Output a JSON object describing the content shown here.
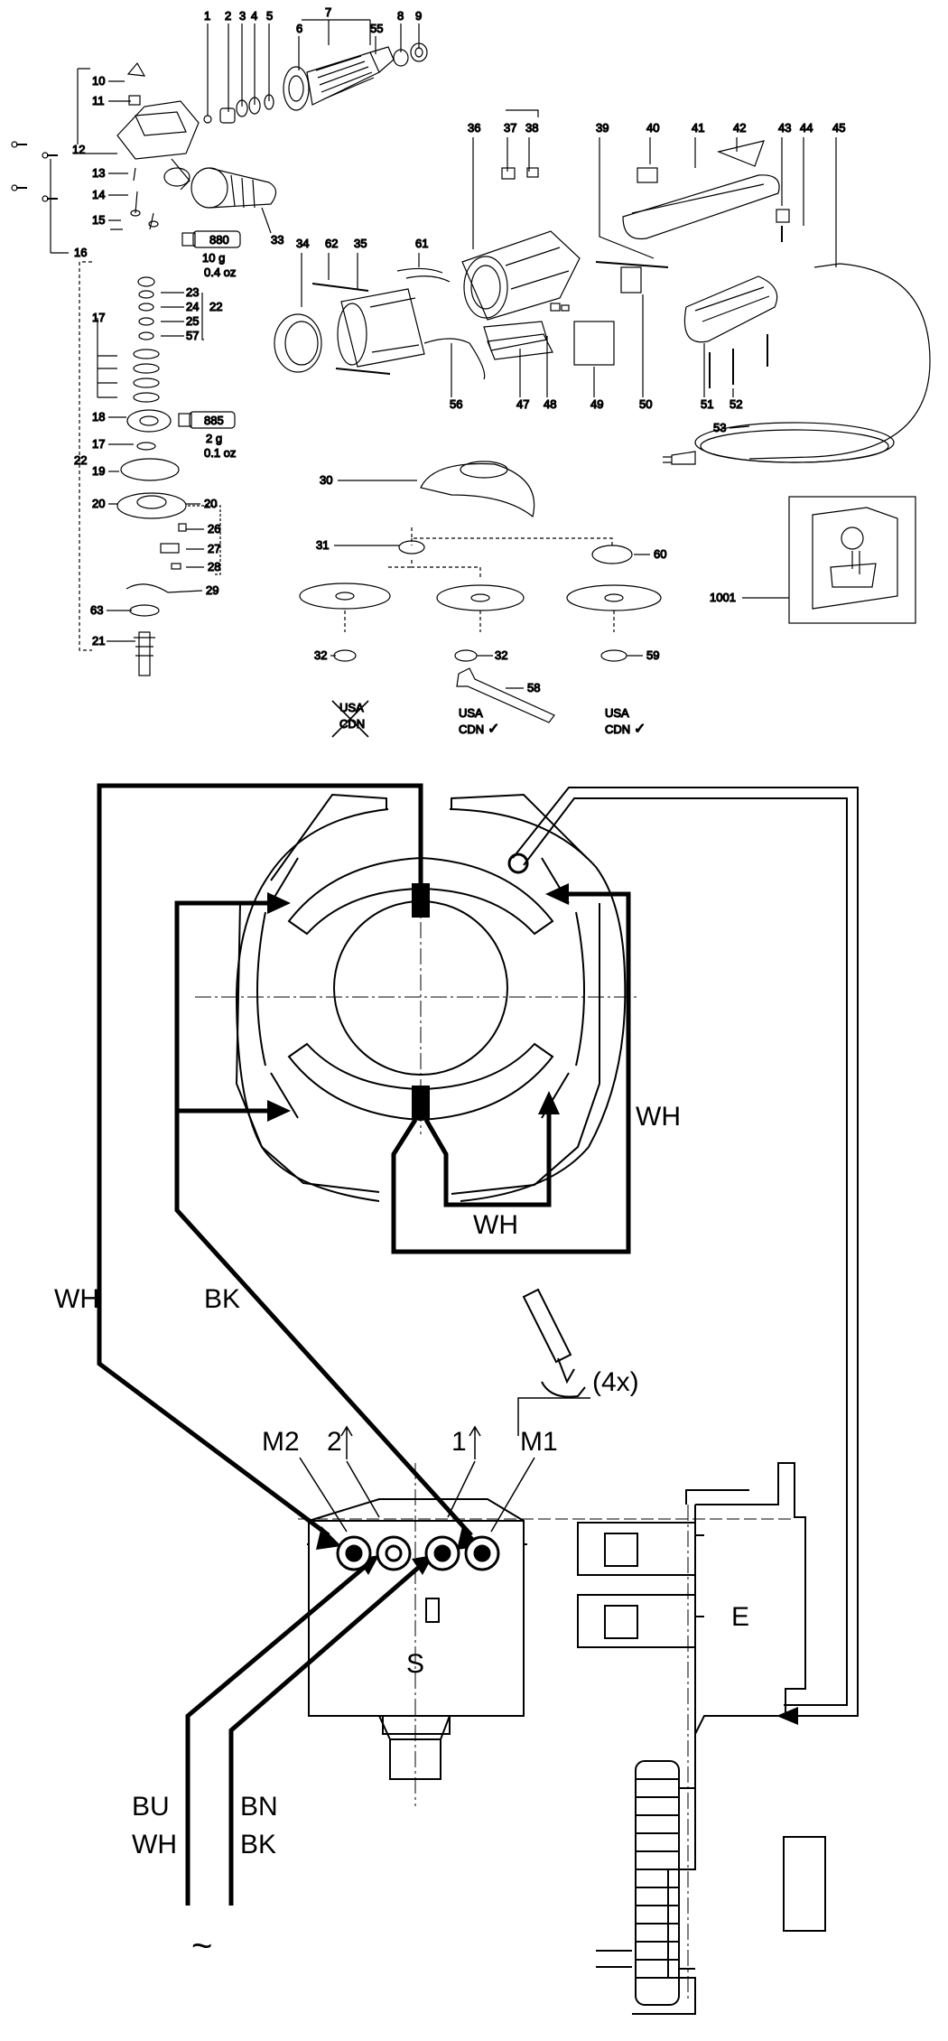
{
  "part_numbers": {
    "n1": "1",
    "n2": "2",
    "n3": "3",
    "n4": "4",
    "n5": "5",
    "n6": "6",
    "n7": "7",
    "n8": "8",
    "n9": "9",
    "n10": "10",
    "n11": "11",
    "n12": "12",
    "n13": "13",
    "n14": "14",
    "n15": "15",
    "n16": "16",
    "n17": "17",
    "n18": "18",
    "n19": "19",
    "n20a": "20",
    "n20b": "20",
    "n21": "21",
    "n22a": "22",
    "n22b": "22",
    "n23": "23",
    "n24": "24",
    "n25": "25",
    "n26": "26",
    "n27": "27",
    "n28": "28",
    "n29": "29",
    "n30": "30",
    "n31": "31",
    "n32a": "32",
    "n32b": "32",
    "n33": "33",
    "n34": "34",
    "n35": "35",
    "n36": "36",
    "n37": "37",
    "n38": "38",
    "n39": "39",
    "n40": "40",
    "n41": "41",
    "n42": "42",
    "n43": "43",
    "n44": "44",
    "n45": "45",
    "n47": "47",
    "n48": "48",
    "n49": "49",
    "n50": "50",
    "n51": "51",
    "n52": "52",
    "n53": "53",
    "n55": "55",
    "n56": "56",
    "n57": "57",
    "n58": "58",
    "n59": "59",
    "n60": "60",
    "n61": "61",
    "n62": "62",
    "n63": "63",
    "n1001": "1001"
  },
  "tube_labels": {
    "grease_880": "880",
    "grease_880_qty1": "10 g",
    "grease_880_qty2": "0.4 oz",
    "grease_885": "885",
    "grease_885_qty1": "2 g",
    "grease_885_qty2": "0.1 oz"
  },
  "market_notes": {
    "left_usa": "USA",
    "left_cdn": "CDN",
    "mid_usa": "USA",
    "mid_cdn": "CDN",
    "right_usa": "USA",
    "right_cdn": "CDN",
    "check": "✓"
  },
  "wiring_labels": {
    "wh_inner": "WH",
    "wh_right": "WH",
    "wh_left": "WH",
    "bk": "BK",
    "m2": "M2",
    "m1": "M1",
    "t2": "2",
    "t1": "1",
    "times": "(4x)",
    "switch": "S",
    "electronics": "E",
    "bu": "BU",
    "wh_bottom": "WH",
    "bn": "BN",
    "bk_bottom": "BK",
    "ac": "~"
  }
}
